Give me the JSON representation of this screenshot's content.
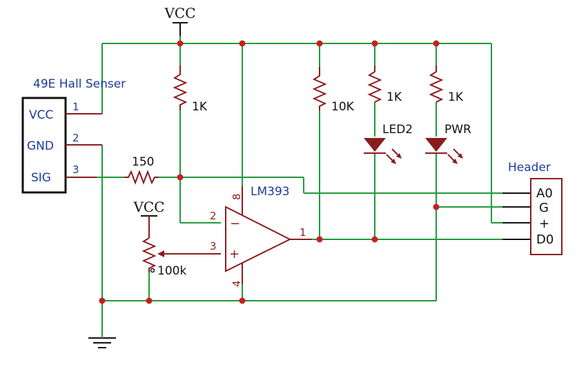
{
  "vcc_top": "VCC",
  "vcc_pot": "VCC",
  "sensor": {
    "title": "49E Hall Senser",
    "pins": [
      {
        "label": "VCC",
        "num": "1"
      },
      {
        "label": "GND",
        "num": "2"
      },
      {
        "label": "SIG",
        "num": "3"
      }
    ]
  },
  "resistors": {
    "r_1k_pull": "1K",
    "r_series": "150",
    "r_10k": "10K",
    "r_1k_led2": "1K",
    "r_1k_pwr": "1K",
    "pot": "100k"
  },
  "leds": {
    "led2": "LED2",
    "pwr": "PWR"
  },
  "comparator": {
    "name": "LM393",
    "pin_vcc": "8",
    "pin_inv": "2",
    "pin_noninv": "3",
    "pin_gnd": "4",
    "pin_out": "1",
    "minus": "−",
    "plus": "+"
  },
  "header": {
    "title": "Header",
    "pins": [
      "A0",
      "G",
      "+",
      "D0"
    ]
  },
  "colors": {
    "wire": "#1f9a3a",
    "component": "#8b1c1c",
    "junction": "#c81e1e",
    "label_blue": "#1b3c9a"
  }
}
